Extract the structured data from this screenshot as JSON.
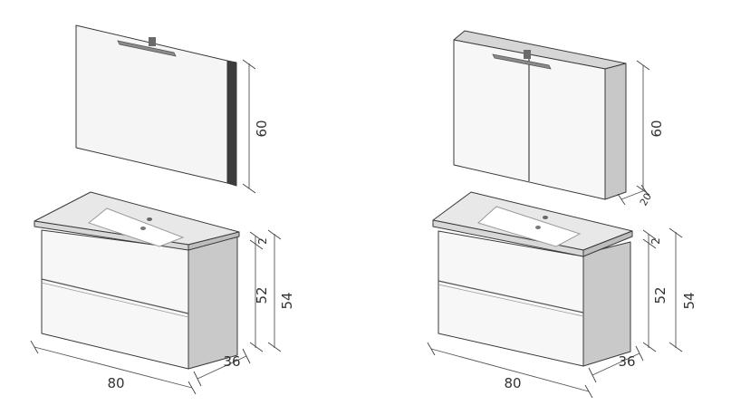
{
  "left_set": {
    "mirror_height": "60",
    "top_thickness": "2",
    "cabinet_height": "52",
    "total_height": "54",
    "depth": "36",
    "width": "80"
  },
  "right_set": {
    "cabinet_height_upper": "60",
    "cabinet_depth": "20",
    "top_thickness": "2",
    "cabinet_height": "52",
    "total_height": "54",
    "depth": "36",
    "width": "80"
  },
  "colors": {
    "front": "#f7f7f7",
    "side": "#c9c9c9",
    "top": "#e6e6e6",
    "basin": "#ffffff",
    "edge": "#3a3a3a"
  }
}
